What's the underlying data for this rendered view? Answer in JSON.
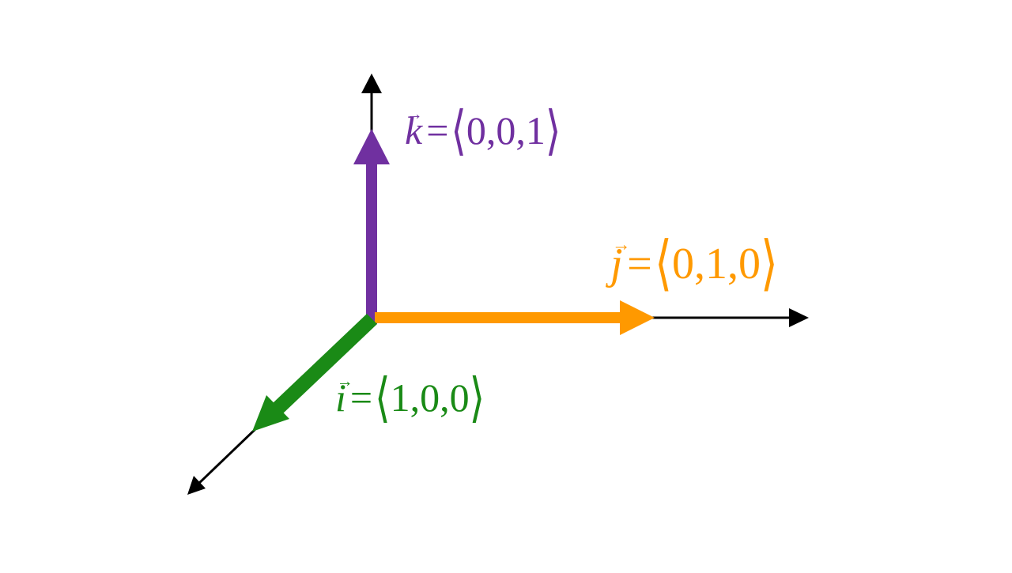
{
  "colors": {
    "axis": "#000000",
    "i": "#1a8a16",
    "j": "#ff9900",
    "k": "#7030a0"
  },
  "vectors": {
    "k": {
      "symbol": "k",
      "arrow": "→",
      "equals": "=",
      "open": "⟨",
      "components": "0,0,1",
      "close": "⟩"
    },
    "j": {
      "symbol": "j",
      "arrow": "→",
      "equals": "=",
      "open": "⟨",
      "components": "0,1,0",
      "close": "⟩"
    },
    "i": {
      "symbol": "i",
      "arrow": "→",
      "equals": "=",
      "open": "⟨",
      "components": "1,0,0",
      "close": "⟩"
    }
  }
}
